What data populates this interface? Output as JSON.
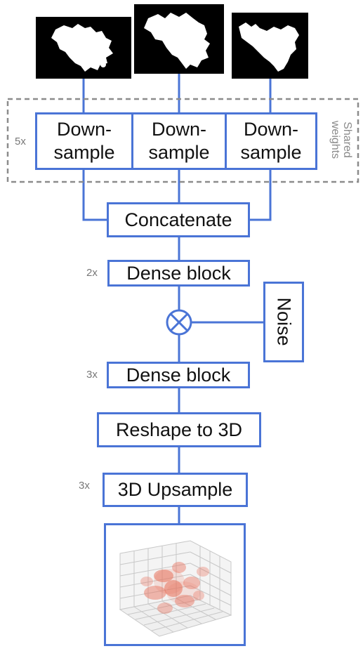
{
  "inputs": {
    "masks": [
      "mask-1",
      "mask-2",
      "mask-3"
    ]
  },
  "downsample": {
    "multiplier": "5x",
    "blocks": [
      {
        "line1": "Down-",
        "line2": "sample"
      },
      {
        "line1": "Down-",
        "line2": "sample"
      },
      {
        "line1": "Down-",
        "line2": "sample"
      }
    ],
    "shared_label_line1": "Shared",
    "shared_label_line2": "weights"
  },
  "concat": {
    "label": "Concatenate"
  },
  "dense1": {
    "multiplier": "2x",
    "label": "Dense block"
  },
  "noise": {
    "label": "Noise",
    "operator": "⊗"
  },
  "dense2": {
    "multiplier": "3x",
    "label": "Dense block"
  },
  "reshape": {
    "label": "Reshape to 3D"
  },
  "upsample": {
    "multiplier": "3x",
    "label": "3D Upsample"
  },
  "output": {
    "kind": "3d-voxel-plot"
  },
  "colors": {
    "line": "#4a74d6",
    "dashed": "#8c8c8c",
    "voxel": "#e8745f"
  }
}
